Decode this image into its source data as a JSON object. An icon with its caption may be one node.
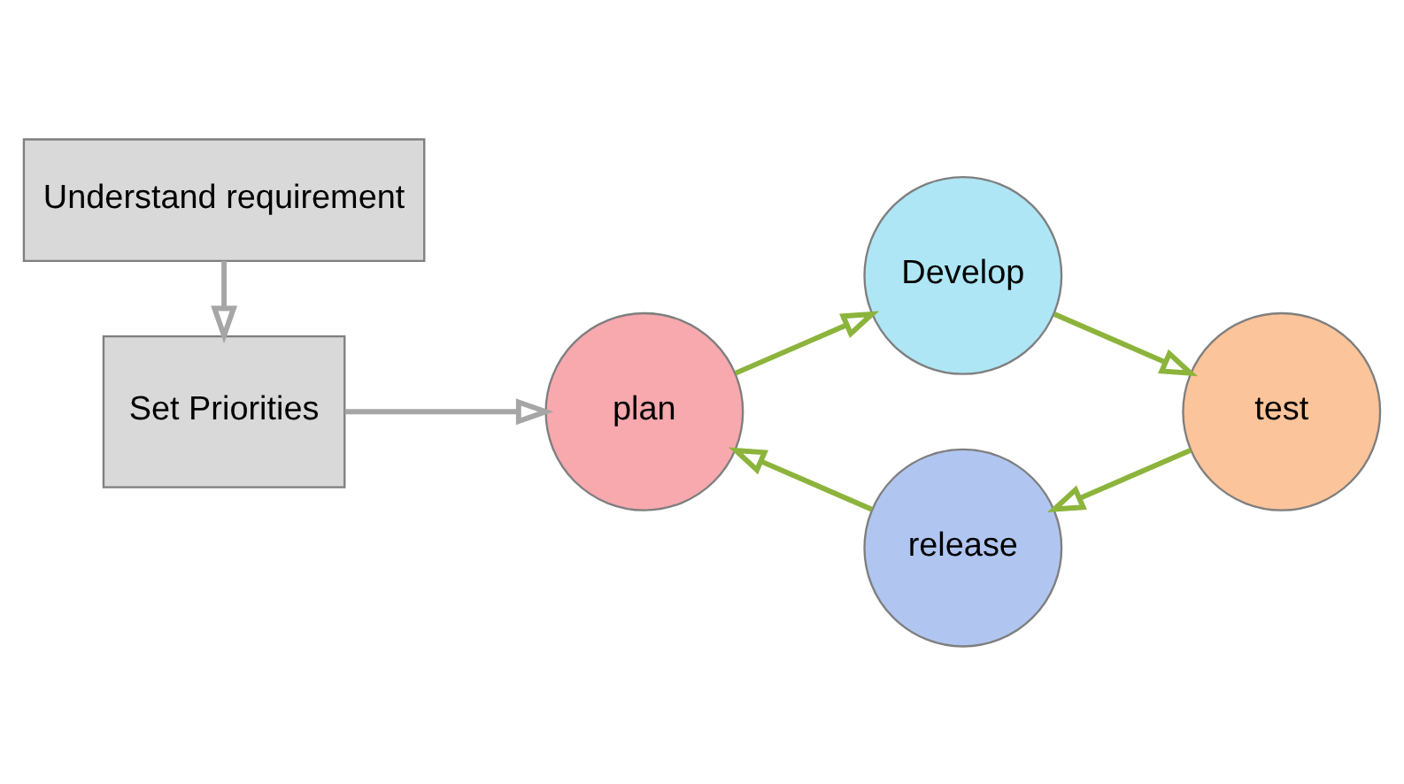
{
  "diagram": {
    "nodes": [
      {
        "text": [
          "Understand requirement"
        ]
      },
      {
        "text": [
          "Set Priorities"
        ]
      },
      {
        "text": [
          "plan"
        ]
      },
      {
        "text": [
          "Develop"
        ]
      },
      {
        "text": [
          "test"
        ]
      },
      {
        "text": [
          "release"
        ]
      }
    ],
    "edges": [
      {
        "from": 0,
        "to": 1,
        "arrow": "to",
        "color": "#a6a6a6"
      },
      {
        "from": 1,
        "to": 2,
        "arrow": "to",
        "color": "#a6a6a6"
      },
      {
        "from": 2,
        "to": 3,
        "arrow": "to"
      },
      {
        "from": 3,
        "to": 4,
        "arrow": "to"
      },
      {
        "from": 4,
        "to": 5,
        "arrow": "to"
      },
      {
        "from": 5,
        "to": 2,
        "arrow": "to"
      }
    ]
  }
}
